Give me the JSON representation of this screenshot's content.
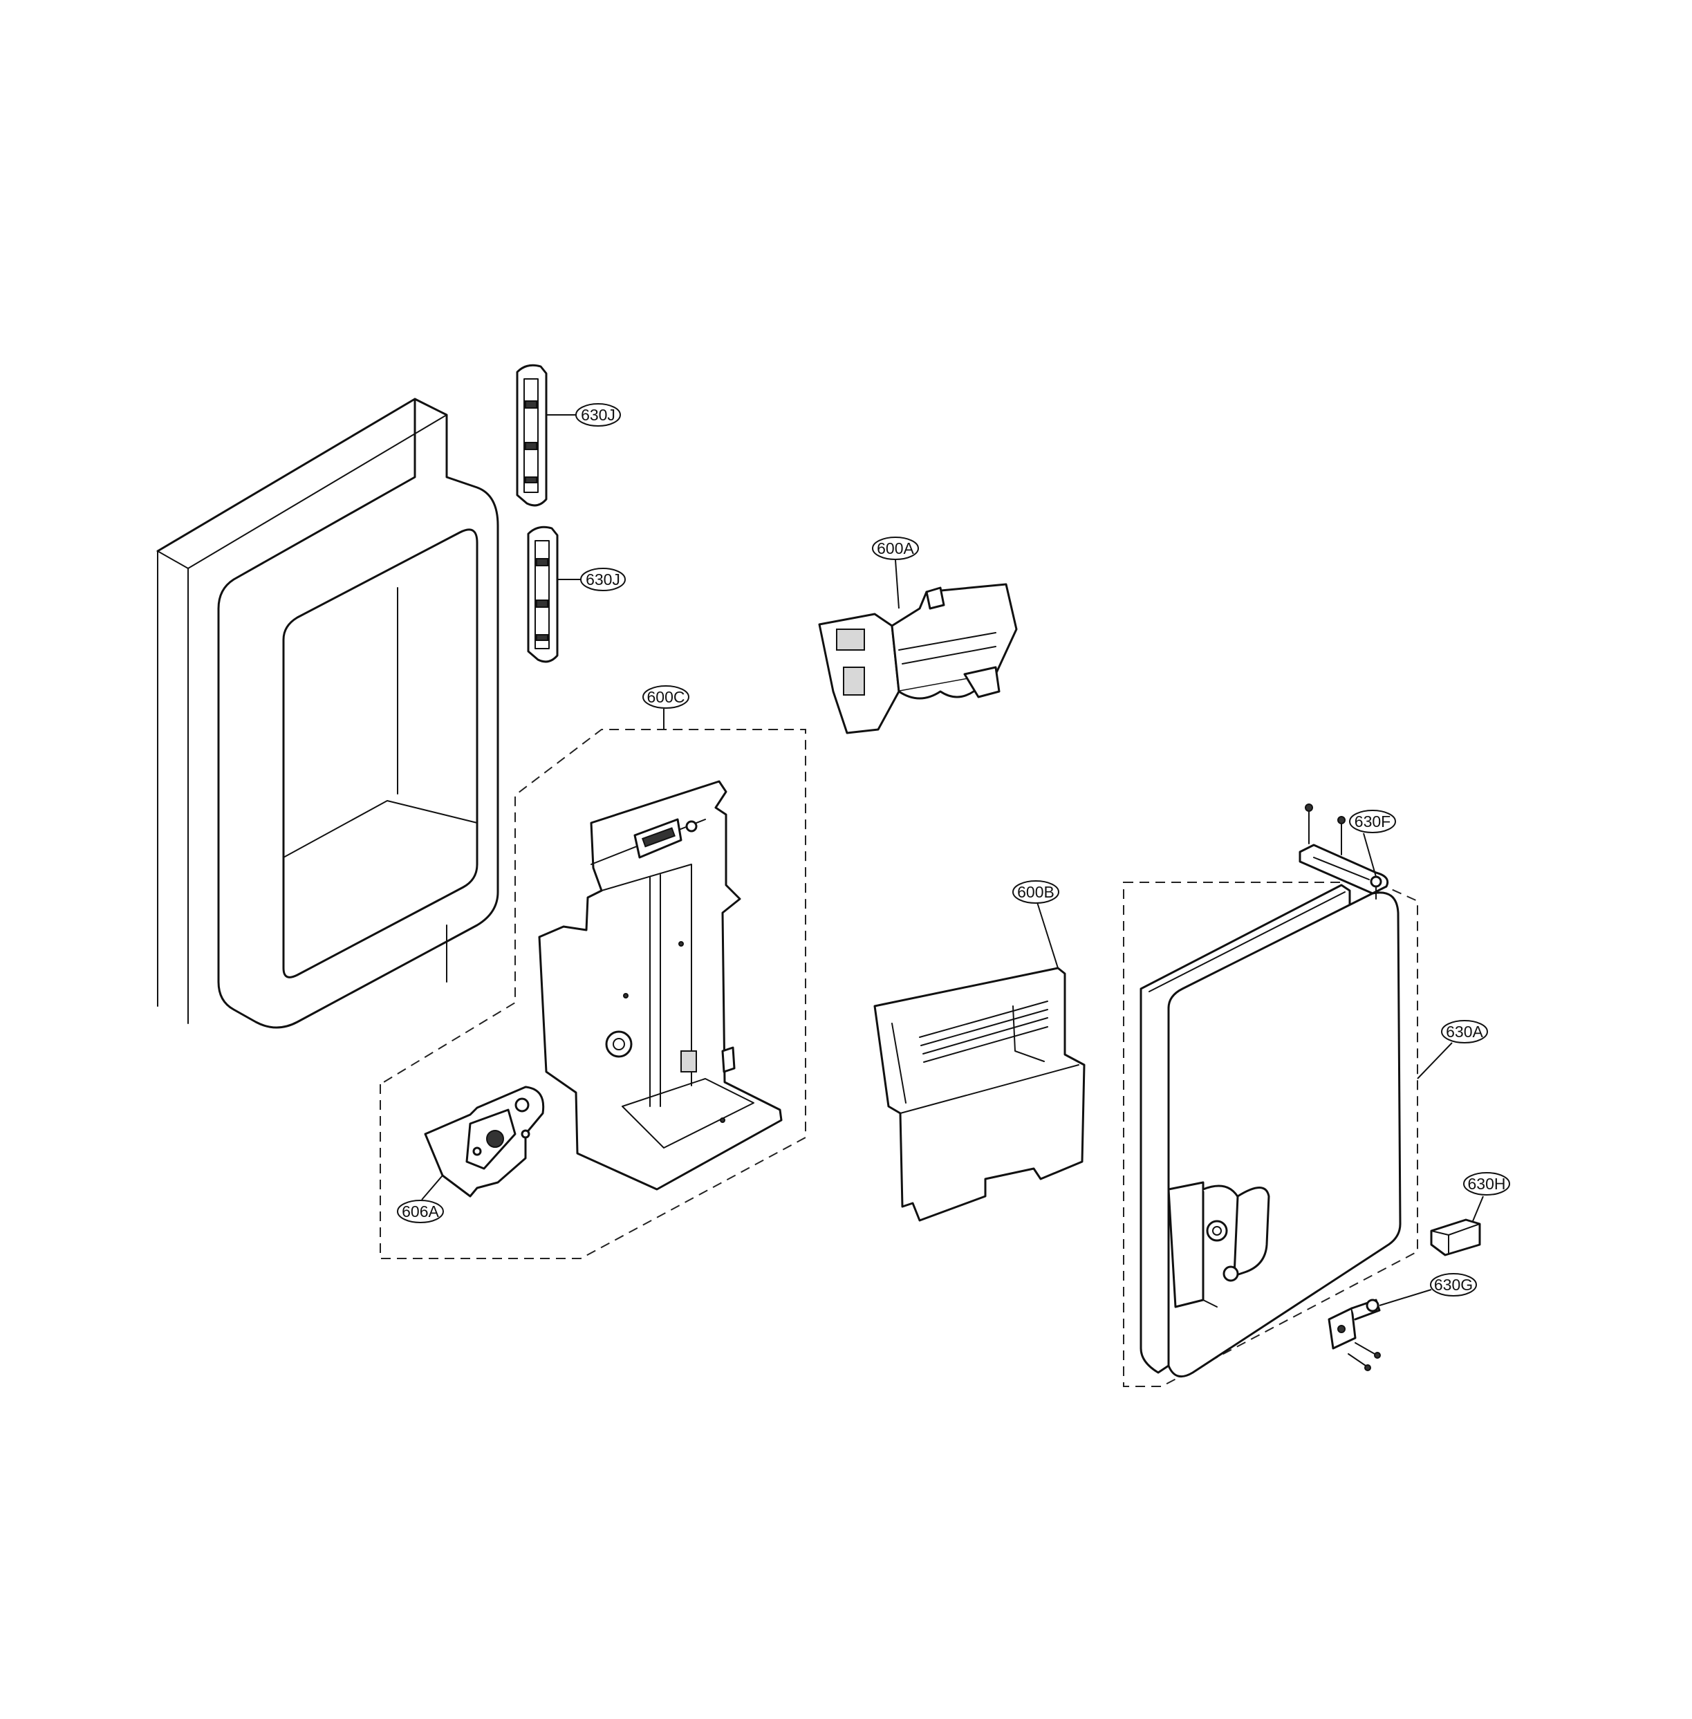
{
  "diagram": {
    "callouts": {
      "630J_top": "630J",
      "630J_bottom": "630J",
      "600A": "600A",
      "600C": "600C",
      "606A": "606A",
      "600B": "600B",
      "630F": "630F",
      "630A": "630A",
      "630H": "630H",
      "630G": "630G"
    }
  }
}
